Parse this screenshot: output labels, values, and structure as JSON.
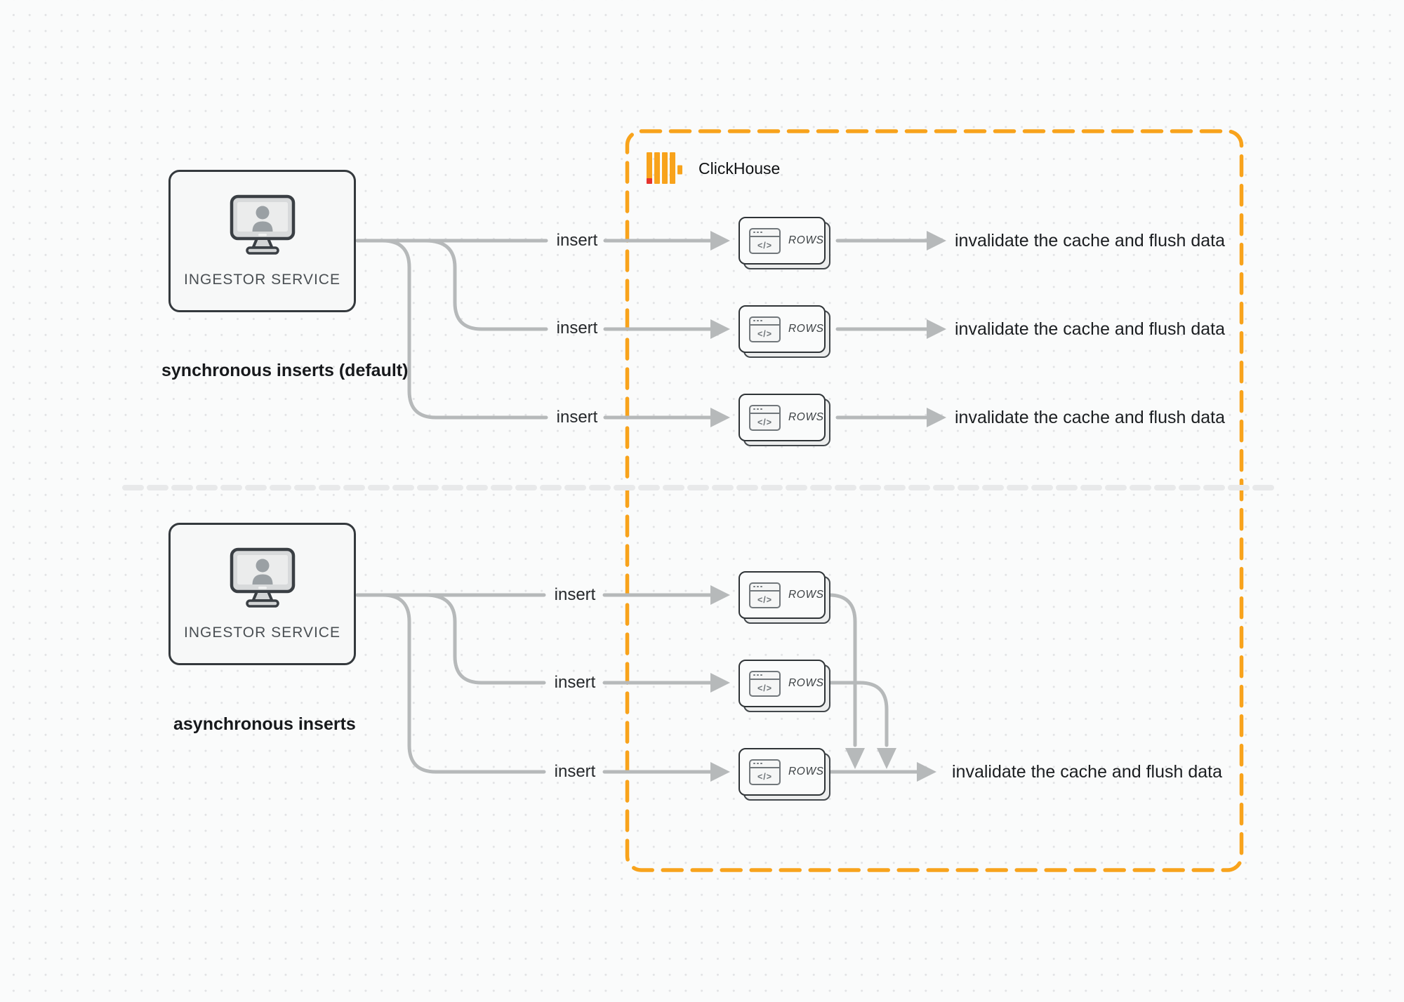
{
  "diagram": {
    "clickhouse_label": "ClickHouse",
    "code_glyph": "</>",
    "sections": [
      {
        "caption": "synchronous inserts (default)",
        "ingestor_label": "INGESTOR SERVICE",
        "rows": [
          {
            "insert": "insert",
            "rows": "ROWS",
            "result": "invalidate the cache and flush data"
          },
          {
            "insert": "insert",
            "rows": "ROWS",
            "result": "invalidate the cache and flush data"
          },
          {
            "insert": "insert",
            "rows": "ROWS",
            "result": "invalidate the cache and flush data"
          }
        ]
      },
      {
        "caption": "asynchronous inserts",
        "ingestor_label": "INGESTOR SERVICE",
        "rows": [
          {
            "insert": "insert",
            "rows": "ROWS"
          },
          {
            "insert": "insert",
            "rows": "ROWS"
          },
          {
            "insert": "insert",
            "rows": "ROWS"
          }
        ],
        "merged_result": "invalidate the cache and flush data"
      }
    ],
    "colors": {
      "accent_orange": "#F8A31C",
      "logo_red": "#E5332D",
      "connector_gray": "#b6b9ba",
      "divider_gray": "#e8e9ea",
      "node_border": "#34393d"
    }
  }
}
